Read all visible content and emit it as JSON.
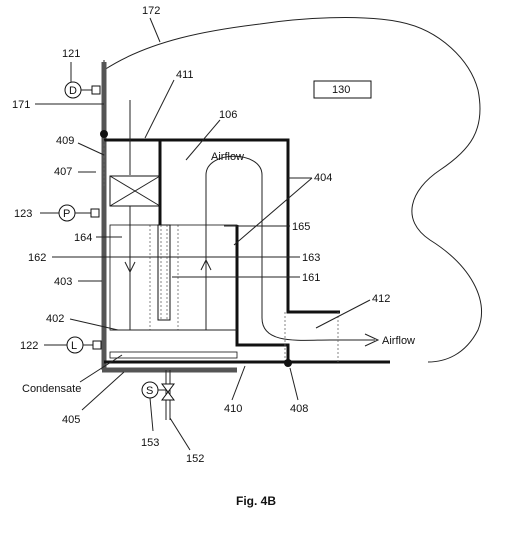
{
  "figure": {
    "caption": "Fig. 4B",
    "labels": {
      "l172": "172",
      "l121": "121",
      "l171": "171",
      "l411": "411",
      "l106": "106",
      "l130": "130",
      "l409": "409",
      "l407": "407",
      "l404": "404",
      "l123": "123",
      "l164": "164",
      "l165": "165",
      "l162": "162",
      "l163": "163",
      "l403": "403",
      "l161": "161",
      "l412": "412",
      "l402": "402",
      "l122": "122",
      "l405": "405",
      "l410": "410",
      "l408": "408",
      "l153": "153",
      "l152": "152"
    },
    "text": {
      "airflow_top": "Airflow",
      "airflow_out": "Airflow",
      "condensate": "Condensate"
    },
    "sensors": {
      "d": "D",
      "p": "P",
      "l": "L",
      "s": "S"
    }
  }
}
